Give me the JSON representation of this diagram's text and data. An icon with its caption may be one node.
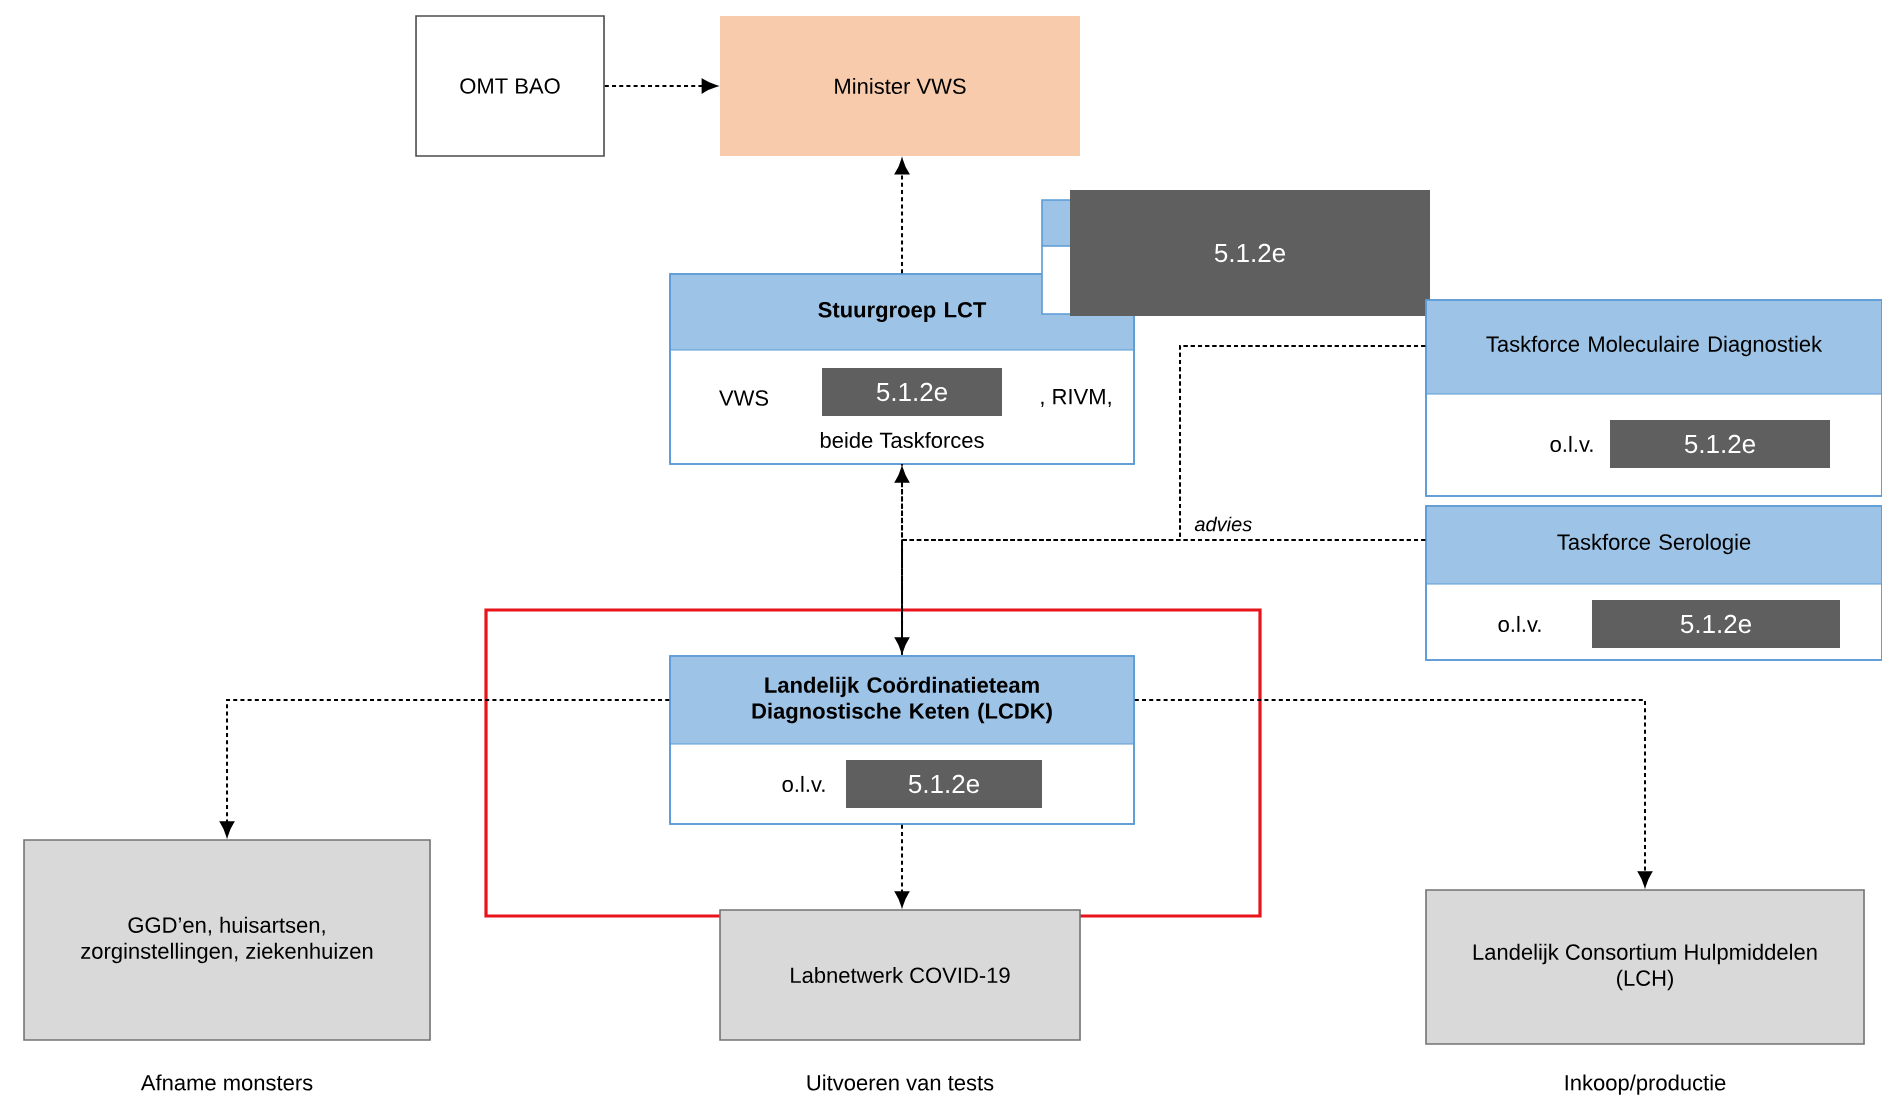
{
  "diagram": {
    "nodes": [
      {
        "text": [
          "OMT BAO"
        ]
      },
      {
        "text": [
          "Minister VWS"
        ]
      },
      {
        "text": [
          "Stuurgroep LCT",
          "VWS",
          "5.1.2e",
          ", RIVM,",
          "beide Taskforces"
        ]
      },
      {
        "text": [
          "5.1.2e"
        ]
      },
      {
        "text": [
          "Taskforce Moleculaire Diagnostiek",
          "o.l.v.",
          "5.1.2e"
        ]
      },
      {
        "text": [
          "Taskforce Serologie",
          "o.l.v.",
          "5.1.2e"
        ]
      },
      {
        "text": [],
        "shape": "box"
      },
      {
        "text": [
          "Landelijk Coördinatieteam Diagnostische Keten (LCDK)",
          "o.l.v.",
          "5.1.2e"
        ],
        "in": 6
      },
      {
        "text": [
          "GGD’en, huisartsen, zorginstellingen, ziekenhuizen"
        ],
        "beside": [
          "Afname monsters"
        ]
      },
      {
        "text": [
          "Labnetwerk COVID-19"
        ],
        "beside": [
          "Uitvoeren van tests"
        ]
      },
      {
        "text": [
          "Landelijk Consortium Hulpmiddelen (LCH)"
        ],
        "beside": [
          "Inkoop/productie"
        ]
      }
    ],
    "edges": [
      {
        "from": 0,
        "to": 1,
        "arrow": "to",
        "style": "dashed"
      },
      {
        "from": 2,
        "to": 1,
        "arrow": "to",
        "style": "dashed"
      },
      {
        "from": 2,
        "to": 7,
        "arrow": "both",
        "style": "dashed"
      },
      {
        "from": 4,
        "to": 2,
        "arrow": "none",
        "style": "dashed",
        "label": "advies"
      },
      {
        "from": 4,
        "to": 7,
        "arrow": "none",
        "style": "dashed"
      },
      {
        "from": 5,
        "to": 2,
        "arrow": "none",
        "style": "dashed"
      },
      {
        "from": 5,
        "to": 7,
        "arrow": "none",
        "style": "dashed"
      },
      {
        "from": 7,
        "to": 8,
        "arrow": "to",
        "style": "dashed"
      },
      {
        "from": 7,
        "to": 9,
        "arrow": "to",
        "style": "dashed"
      },
      {
        "from": 7,
        "to": 10,
        "arrow": "to",
        "style": "dashed"
      }
    ]
  }
}
